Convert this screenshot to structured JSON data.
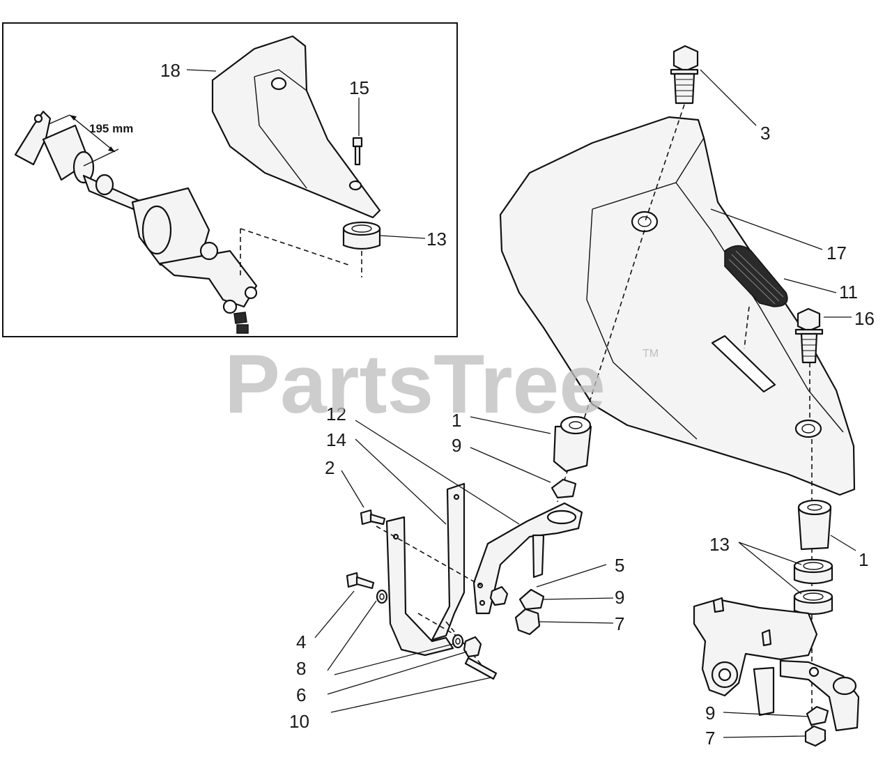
{
  "watermark": {
    "brand": "PartsTree",
    "trademark": "TM"
  },
  "inset": {
    "dimension": "195 mm"
  },
  "callouts": [
    {
      "id": "c18",
      "text": "18"
    },
    {
      "id": "c15",
      "text": "15"
    },
    {
      "id": "c13a",
      "text": "13"
    },
    {
      "id": "c3",
      "text": "3"
    },
    {
      "id": "c17",
      "text": "17"
    },
    {
      "id": "c11",
      "text": "11"
    },
    {
      "id": "c16",
      "text": "16"
    },
    {
      "id": "c1a",
      "text": "1"
    },
    {
      "id": "c9a",
      "text": "9"
    },
    {
      "id": "c12",
      "text": "12"
    },
    {
      "id": "c14",
      "text": "14"
    },
    {
      "id": "c2",
      "text": "2"
    },
    {
      "id": "c5",
      "text": "5"
    },
    {
      "id": "c9b",
      "text": "9"
    },
    {
      "id": "c7a",
      "text": "7"
    },
    {
      "id": "c4",
      "text": "4"
    },
    {
      "id": "c8",
      "text": "8"
    },
    {
      "id": "c6",
      "text": "6"
    },
    {
      "id": "c10",
      "text": "10"
    },
    {
      "id": "c13b",
      "text": "13"
    },
    {
      "id": "c1b",
      "text": "1"
    },
    {
      "id": "c9c",
      "text": "9"
    },
    {
      "id": "c7b",
      "text": "7"
    }
  ]
}
